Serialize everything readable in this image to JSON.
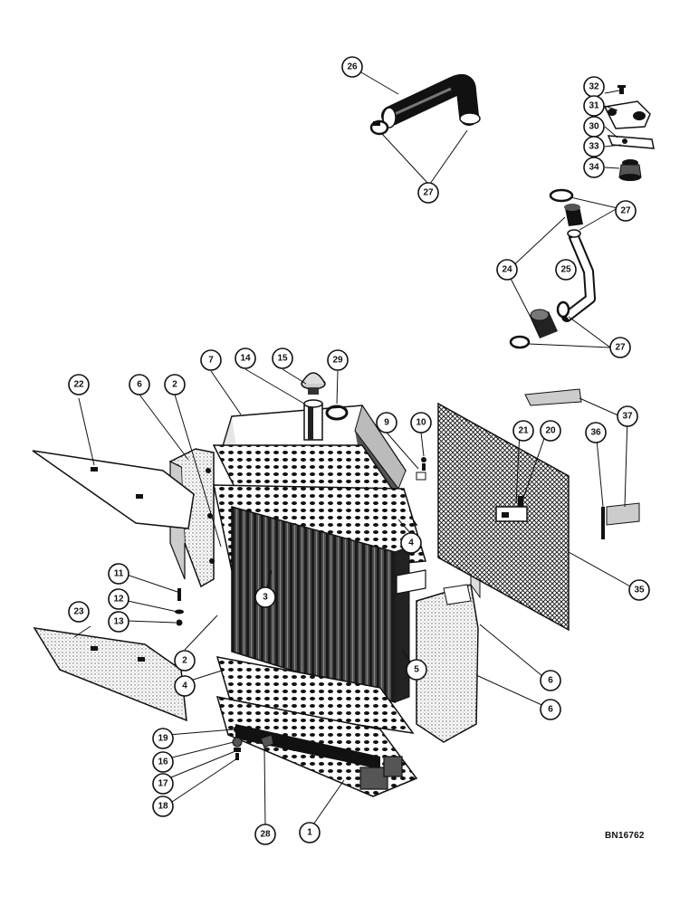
{
  "figure": {
    "reference_code": "BN16762"
  },
  "callouts": {
    "c1": "1",
    "c2a": "2",
    "c2b": "2",
    "c3": "3",
    "c4a": "4",
    "c4b": "4",
    "c5": "5",
    "c6a": "6",
    "c6b": "6",
    "c6c": "6",
    "c7": "7",
    "c9": "9",
    "c10": "10",
    "c11": "11",
    "c12": "12",
    "c13": "13",
    "c14": "14",
    "c15": "15",
    "c16": "16",
    "c17": "17",
    "c18": "18",
    "c19": "19",
    "c20": "20",
    "c21": "21",
    "c22": "22",
    "c23": "23",
    "c24": "24",
    "c25": "25",
    "c26": "26",
    "c27a": "27",
    "c27b": "27",
    "c27c": "27",
    "c28": "28",
    "c29": "29",
    "c30": "30",
    "c31": "31",
    "c32": "32",
    "c33": "33",
    "c34": "34",
    "c35": "35",
    "c36": "36",
    "c37": "37"
  },
  "colors": {
    "ink": "#111111",
    "shade": "#9a9a9a",
    "paper": "#ffffff"
  }
}
